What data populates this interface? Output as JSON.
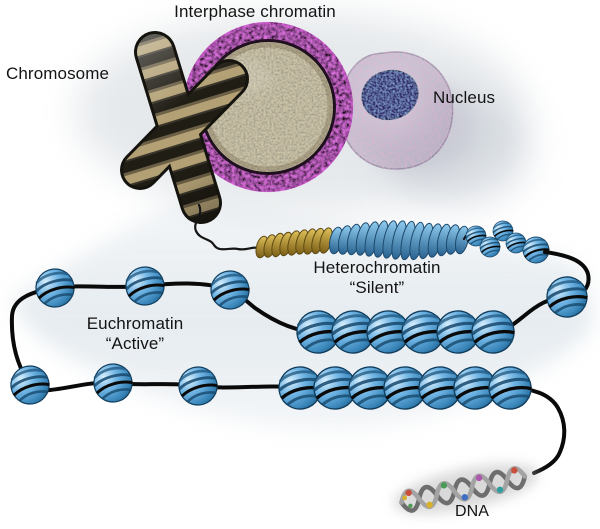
{
  "figure": {
    "labels": {
      "interphase_chromatin": "Interphase chromatin",
      "chromosome": "Chromosome",
      "nucleus": "Nucleus",
      "heterochromatin": "Heterochromatin",
      "heterochromatin_state": "“Silent”",
      "euchromatin": "Euchromatin",
      "euchromatin_state": "“Active”",
      "dna": "DNA"
    }
  },
  "colors": {
    "string_color": "#0a0a0a",
    "nucleosome_light": "#d8effd",
    "nucleosome_mid": "#6fb4e4",
    "nucleosome_dark": "#1f618f",
    "fiber_gold_light": "#dfc05a",
    "fiber_gold_dark": "#7a5e16",
    "fiber_blue_light": "#8ecbee",
    "fiber_blue_dark": "#28618f",
    "chromatin_core_tan": "#cdc5a8",
    "chromatin_ring_magenta": "#c12fc1",
    "nucleolus_indigo": "#2e2366"
  }
}
